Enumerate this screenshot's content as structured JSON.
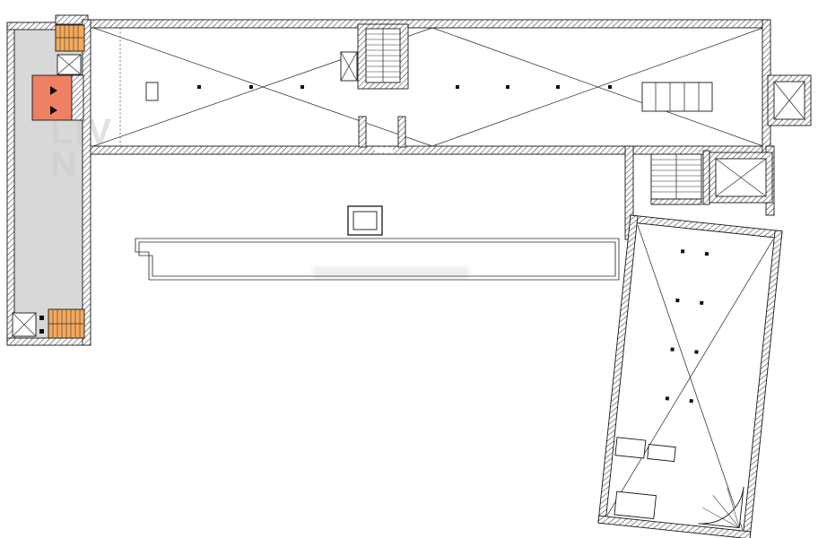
{
  "document": {
    "type": "architectural floor plan",
    "background_color": "#ffffff"
  },
  "watermark": {
    "line1": "LIV",
    "line2": "N"
  },
  "colors": {
    "gray_room_fill": "#d8d8d8",
    "stair_fill": "#f4a95b",
    "highlight_room_fill": "#ee8163",
    "watermark_color": "#cccccc",
    "smudge_color": "#e9e9e9"
  },
  "symbols": {
    "elevator_shaft": "rectangle crossed by X diagonals",
    "stair": "rectangle with tread lines and center divider",
    "column": "small black square",
    "void_area": "large X cross-brace over open hall",
    "wall": "diagonal hatched band",
    "door_marker": "small black triangle"
  }
}
